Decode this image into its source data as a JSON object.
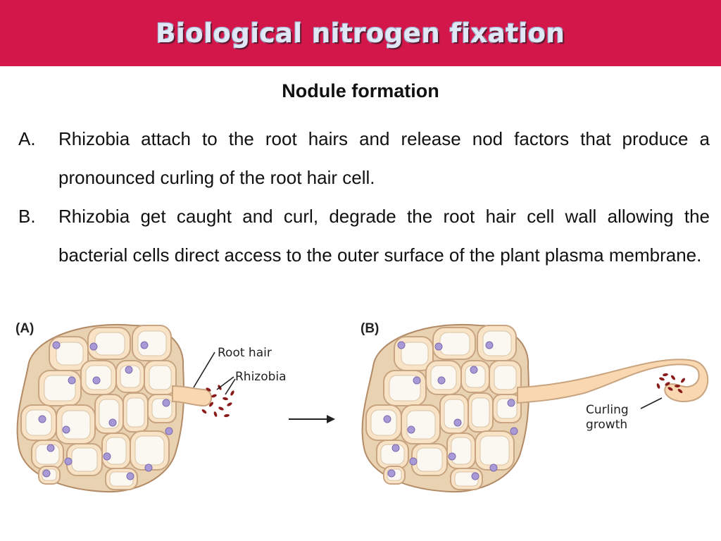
{
  "header": {
    "title": "Biological nitrogen fixation"
  },
  "subtitle": "Nodule formation",
  "points": [
    {
      "marker": "A.",
      "text": "Rhizobia attach to the root hairs and release nod factors that produce a pronounced curling of the root hair cell."
    },
    {
      "marker": "B.",
      "text": "Rhizobia get caught and curl, degrade the root hair cell wall allowing the bacterial cells direct access to the outer surface of the plant plasma membrane."
    }
  ],
  "figure": {
    "panel_a_label": "(A)",
    "panel_b_label": "(B)",
    "root_hair_label": "Root hair",
    "rhizobia_label": "Rhizobia",
    "curling_label_line1": "Curling",
    "curling_label_line2": "growth"
  },
  "colors": {
    "header_bg": "#d4174a",
    "cell_fill": "#f9e3c7",
    "cell_wall": "#c8a480",
    "nucleus": "#a89ad6",
    "vacuole": "#fbf8f2",
    "bacteria": "#8b1a1a"
  }
}
